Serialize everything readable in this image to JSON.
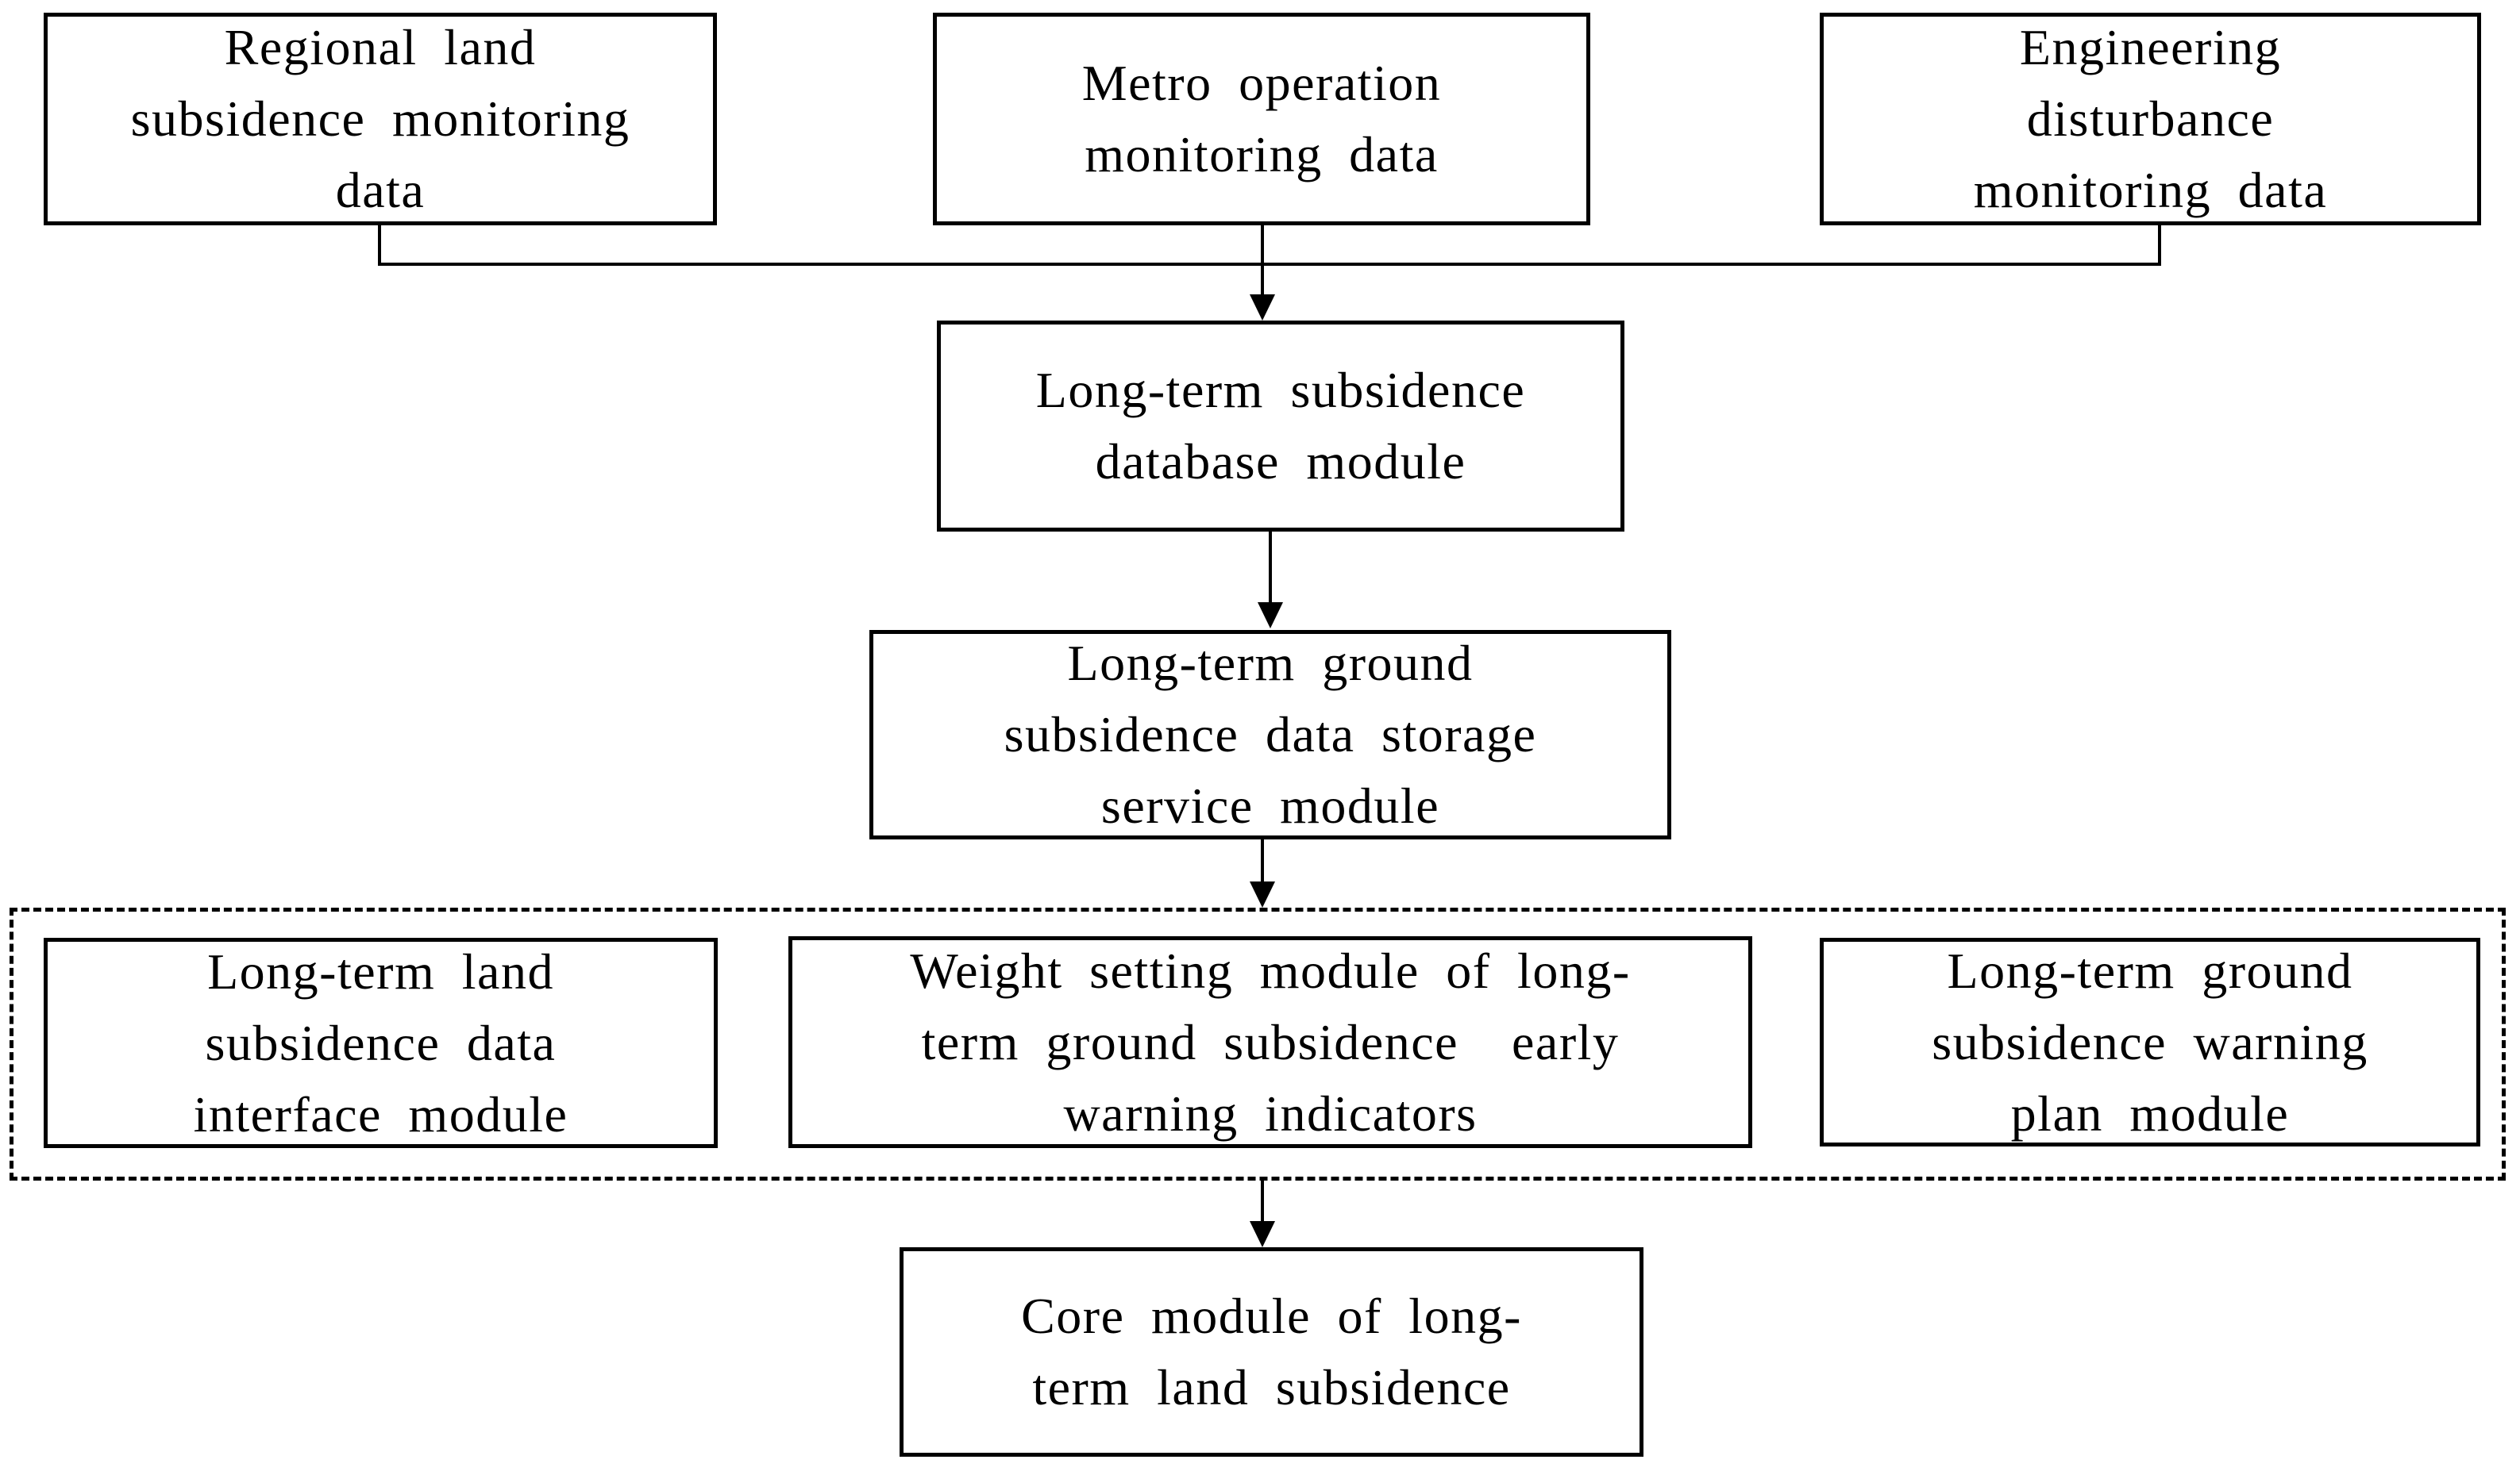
{
  "diagram": {
    "title": "Long-term land subsidence early-warning system architecture flowchart",
    "colors": {
      "background": "#ffffff",
      "line": "#000000",
      "text": "#000000"
    },
    "nodes": {
      "regional": {
        "label": "Regional land\nsubsidence monitoring\ndata"
      },
      "metro": {
        "label": "Metro operation\nmonitoring data"
      },
      "engineering": {
        "label": "Engineering\ndisturbance\nmonitoring data"
      },
      "database": {
        "label": "Long-term subsidence\ndatabase module"
      },
      "storage": {
        "label": "Long-term ground\nsubsidence data storage\nservice module"
      },
      "interface": {
        "label": "Long-term land\nsubsidence data\ninterface module"
      },
      "weight": {
        "label": "Weight setting module of long-\nterm ground subsidence  early\nwarning indicators"
      },
      "plan": {
        "label": "Long-term ground\nsubsidence warning\nplan module"
      },
      "core": {
        "label": "Core module of long-\nterm land subsidence"
      }
    }
  }
}
